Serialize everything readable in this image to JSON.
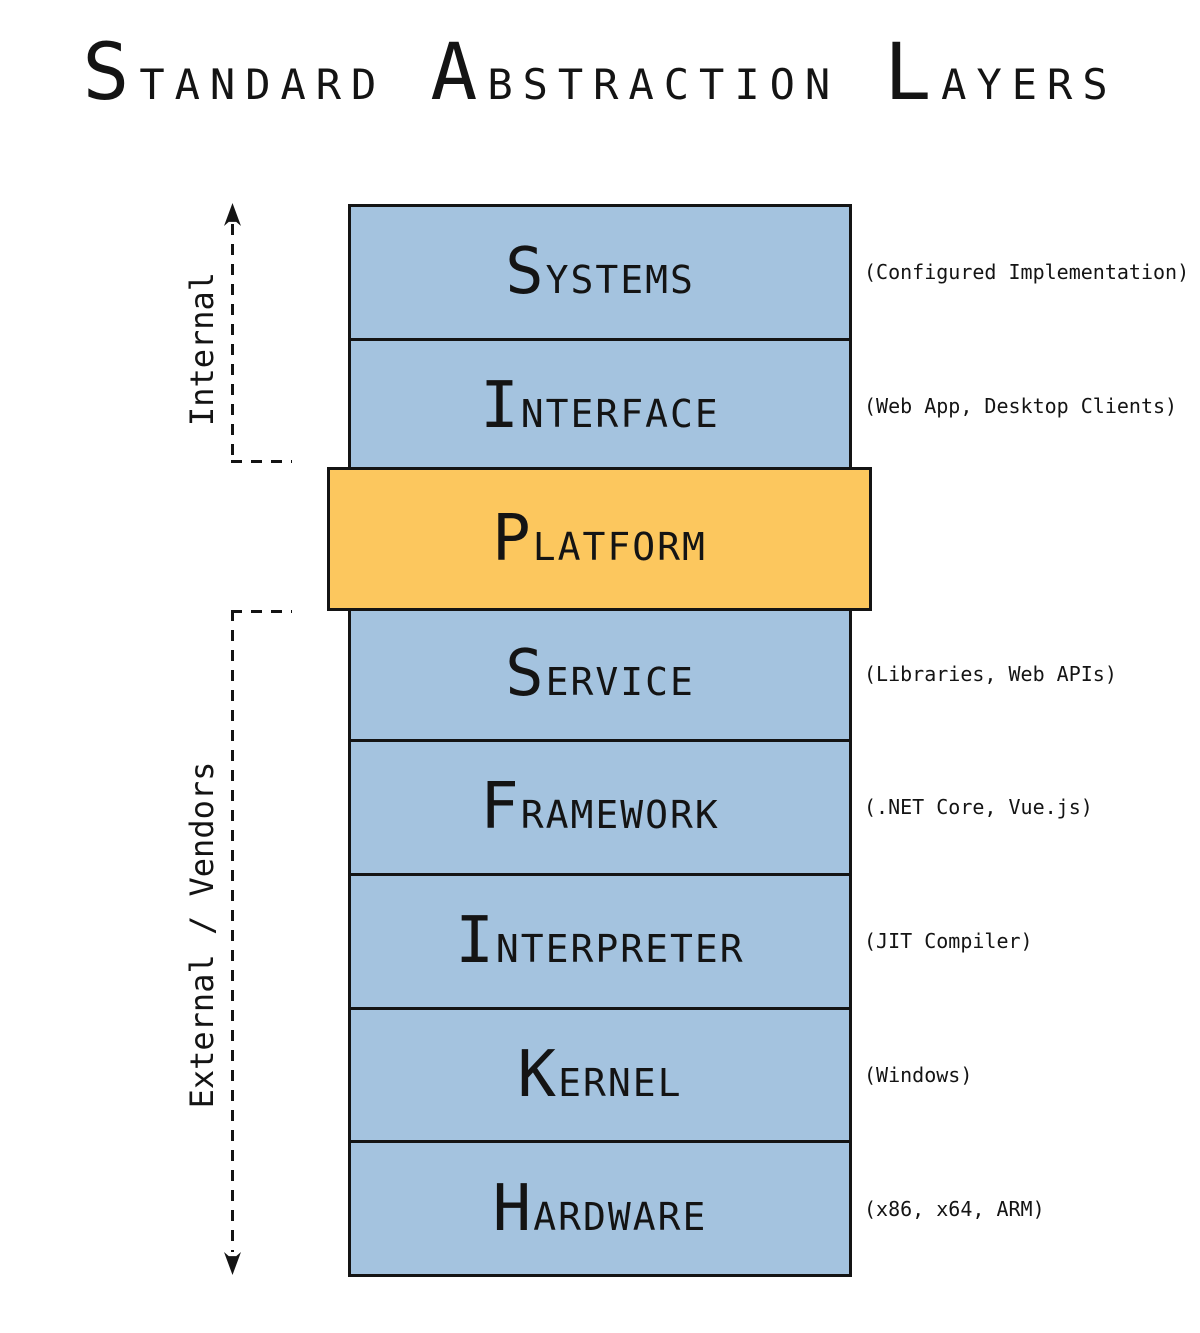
{
  "title": "Standard Abstraction Layers",
  "side": {
    "internal_label": "Internal",
    "external_label": "External / Vendors"
  },
  "layers": [
    {
      "label": "Systems",
      "annotation": "(Configured Implementation)",
      "highlight": false
    },
    {
      "label": "Interface",
      "annotation": "(Web App, Desktop Clients)",
      "highlight": false
    },
    {
      "label": "Platform",
      "annotation": null,
      "highlight": true
    },
    {
      "label": "Service",
      "annotation": "(Libraries, Web APIs)",
      "highlight": false
    },
    {
      "label": "Framework",
      "annotation": "(.NET Core, Vue.js)",
      "highlight": false
    },
    {
      "label": "Interpreter",
      "annotation": "(JIT Compiler)",
      "highlight": false
    },
    {
      "label": "Kernel",
      "annotation": "(Windows)",
      "highlight": false
    },
    {
      "label": "Hardware",
      "annotation": "(x86, x64, ARM)",
      "highlight": false
    }
  ],
  "colors": {
    "layer_fill": "#a4c3df",
    "highlight_fill": "#fcc75e",
    "ink": "#141414",
    "background": "#ffffff"
  }
}
